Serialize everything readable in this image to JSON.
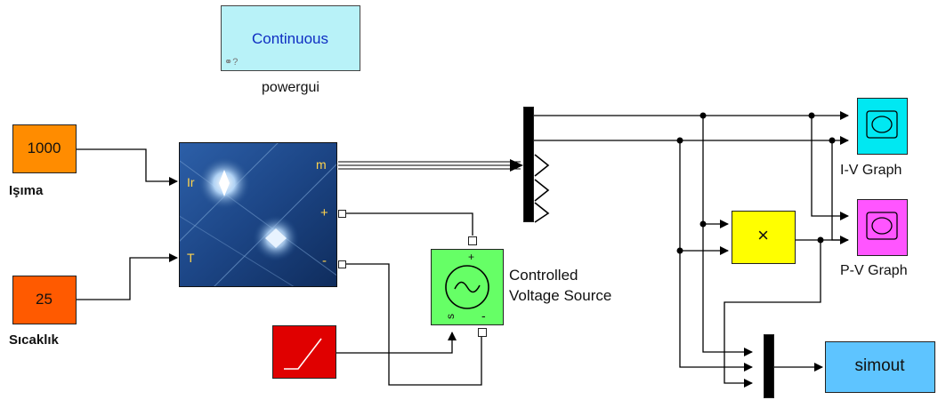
{
  "blocks": {
    "powergui": {
      "text": "Continuous",
      "label": "powergui"
    },
    "irradiance": {
      "value": "1000",
      "label": "Işıma"
    },
    "temperature": {
      "value": "25",
      "label": "Sıcaklık"
    },
    "pv_panel": {
      "port_ir": "Ir",
      "port_t": "T",
      "port_m": "m",
      "port_plus": "+",
      "port_minus": "-"
    },
    "voltage_source": {
      "label_line1": "Controlled",
      "label_line2": "Voltage Source",
      "port_plus": "+",
      "port_s": "s",
      "port_minus": "-"
    },
    "product": {
      "symbol": "×"
    },
    "iv_scope": {
      "label": "I-V Graph"
    },
    "pv_scope": {
      "label": "P-V Graph"
    },
    "to_workspace": {
      "text": "simout"
    }
  },
  "colors": {
    "constant": "#ff8c00",
    "constant2": "#ff5a00",
    "powergui": "#b8f2f8",
    "iv_scope": "#00e8f2",
    "pv_scope": "#ff55ff",
    "product": "#ffff00",
    "voltage_source": "#66ff66",
    "ramp": "#e00000",
    "simout": "#5ec4ff",
    "panel": "#173a73"
  }
}
